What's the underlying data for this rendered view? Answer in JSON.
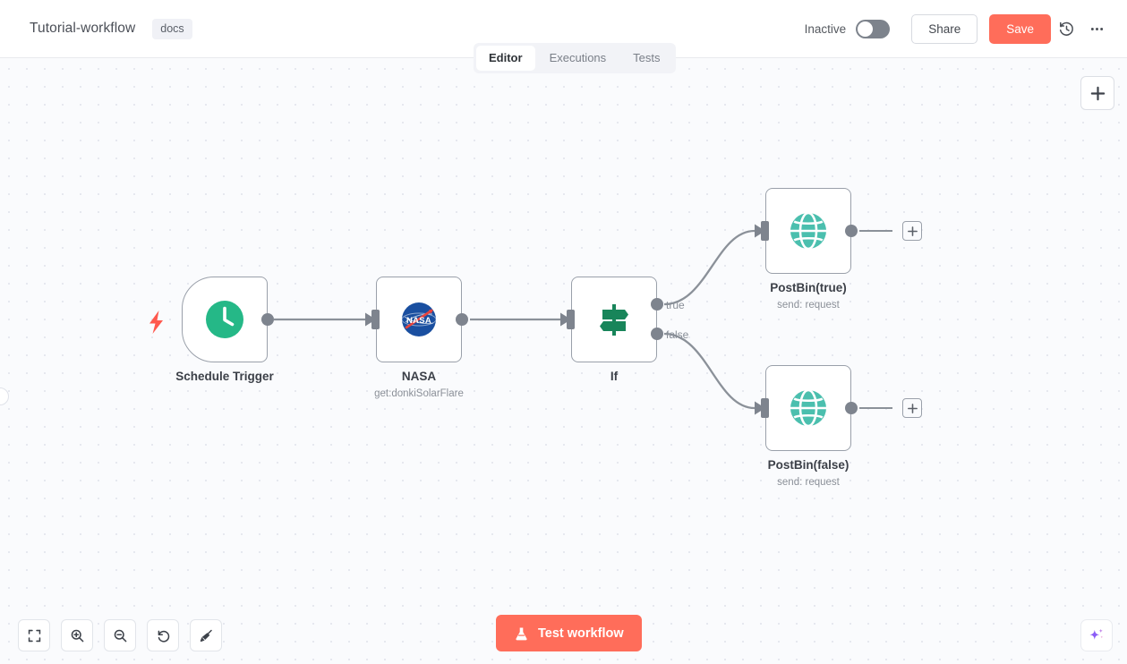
{
  "header": {
    "workflow_title": "Tutorial-workflow",
    "docs_tag": "docs",
    "activator_label": "Inactive",
    "share_label": "Share",
    "save_label": "Save",
    "history_icon": "history-icon",
    "more_icon": "ellipsis-icon",
    "toggle_state": "off"
  },
  "tabs": [
    {
      "label": "Editor",
      "active": true
    },
    {
      "label": "Executions",
      "active": false
    },
    {
      "label": "Tests",
      "active": false
    }
  ],
  "canvas": {
    "add_node_icon": "plus-icon",
    "nodes": [
      {
        "id": "schedule-trigger",
        "name": "Schedule Trigger",
        "subtitle": "",
        "icon": "clock-icon",
        "type": "trigger"
      },
      {
        "id": "nasa",
        "name": "NASA",
        "subtitle": "get:donkiSolarFlare",
        "icon": "nasa-logo-icon",
        "type": "action"
      },
      {
        "id": "if",
        "name": "If",
        "subtitle": "",
        "icon": "signpost-icon",
        "type": "conditional",
        "outputs": [
          "true",
          "false"
        ]
      },
      {
        "id": "postbin-true",
        "name": "PostBin(true)",
        "subtitle": "send: request",
        "icon": "globe-icon",
        "type": "action"
      },
      {
        "id": "postbin-false",
        "name": "PostBin(false)",
        "subtitle": "send: request",
        "icon": "globe-icon",
        "type": "action"
      }
    ]
  },
  "toolbar": {
    "buttons": [
      {
        "name": "fit-to-view-button",
        "icon": "fit-screen-icon"
      },
      {
        "name": "zoom-in-button",
        "icon": "zoom-in-icon"
      },
      {
        "name": "zoom-out-button",
        "icon": "zoom-out-icon"
      },
      {
        "name": "reset-zoom-button",
        "icon": "undo-icon"
      },
      {
        "name": "tidy-up-button",
        "icon": "broom-icon"
      }
    ],
    "test_workflow_label": "Test workflow",
    "test_workflow_icon": "flask-icon",
    "assistant_icon": "sparkle-icon"
  },
  "colors": {
    "accent": "#ff6d5a",
    "trigger_green": "#25b887",
    "if_green": "#18855a",
    "globe_teal": "#4bbfae",
    "bolt_red": "#ff584d",
    "sparkle_purple": "#9b6ae0",
    "canvas_bg": "#fafbfd",
    "node_border": "#9aa0aa"
  }
}
